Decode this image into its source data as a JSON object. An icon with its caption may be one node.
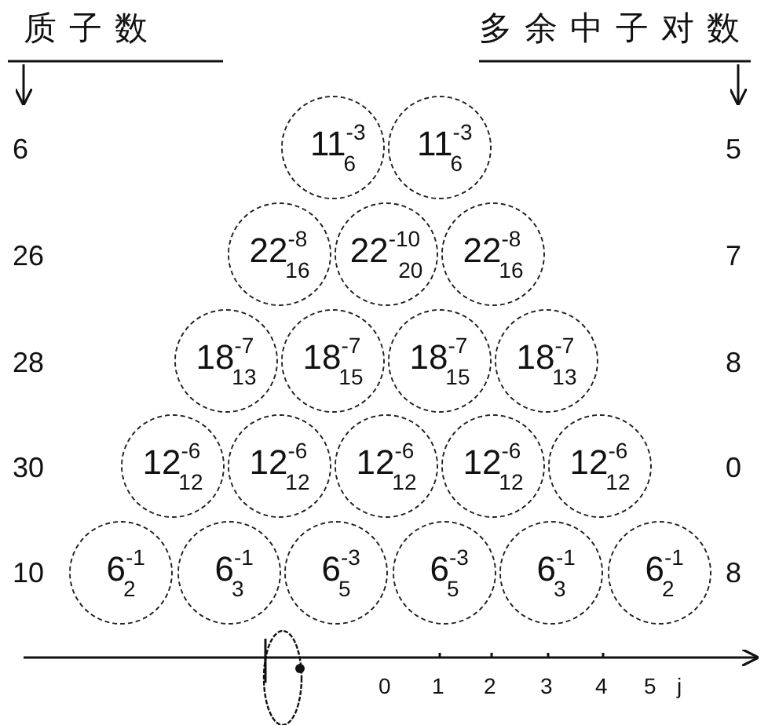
{
  "diagram": {
    "nodes": [
      {
        "text": [
          "11$^{-3}$$_{6}$"
        ]
      },
      {
        "text": [
          "11$^{-3}$$_{6}$"
        ]
      },
      {
        "text": [
          "22$^{-8}$$_{16}$"
        ]
      },
      {
        "text": [
          "22$^{-10}$$_{20}$"
        ]
      },
      {
        "text": [
          "22$^{-8}$$_{16}$"
        ]
      },
      {
        "text": [
          "18$^{-7}$$_{13}$"
        ]
      },
      {
        "text": [
          "18$^{-7}$$_{15}$"
        ]
      },
      {
        "text": [
          "18$^{-7}$$_{15}$"
        ]
      },
      {
        "text": [
          "18$^{-7}$$_{13}$"
        ]
      },
      {
        "text": [
          "12$^{-6}$$_{12}$"
        ]
      },
      {
        "text": [
          "12$^{-6}$$_{12}$"
        ]
      },
      {
        "text": [
          "12$^{-6}$$_{12}$"
        ]
      },
      {
        "text": [
          "12$^{-6}$$_{12}$"
        ]
      },
      {
        "text": [
          "12$^{-6}$$_{12}$"
        ]
      },
      {
        "text": [
          "6$^{-1}$$_{2}$"
        ]
      },
      {
        "text": [
          "6$^{-1}$$_{3}$"
        ]
      },
      {
        "text": [
          "6$^{-3}$$_{5}$"
        ]
      },
      {
        "text": [
          "6$^{-3}$$_{5}$"
        ]
      },
      {
        "text": [
          "6$^{-1}$$_{3}$"
        ]
      },
      {
        "text": [
          "6$^{-1}$$_{2}$"
        ]
      }
    ],
    "edges": [],
    "labels": [
      "质子数",
      "多余中子对数",
      "6",
      "5",
      "26",
      "7",
      "28",
      "8",
      "30",
      "0",
      "10",
      "8",
      "0",
      "1",
      "2",
      "3",
      "4",
      "5",
      "j"
    ]
  }
}
